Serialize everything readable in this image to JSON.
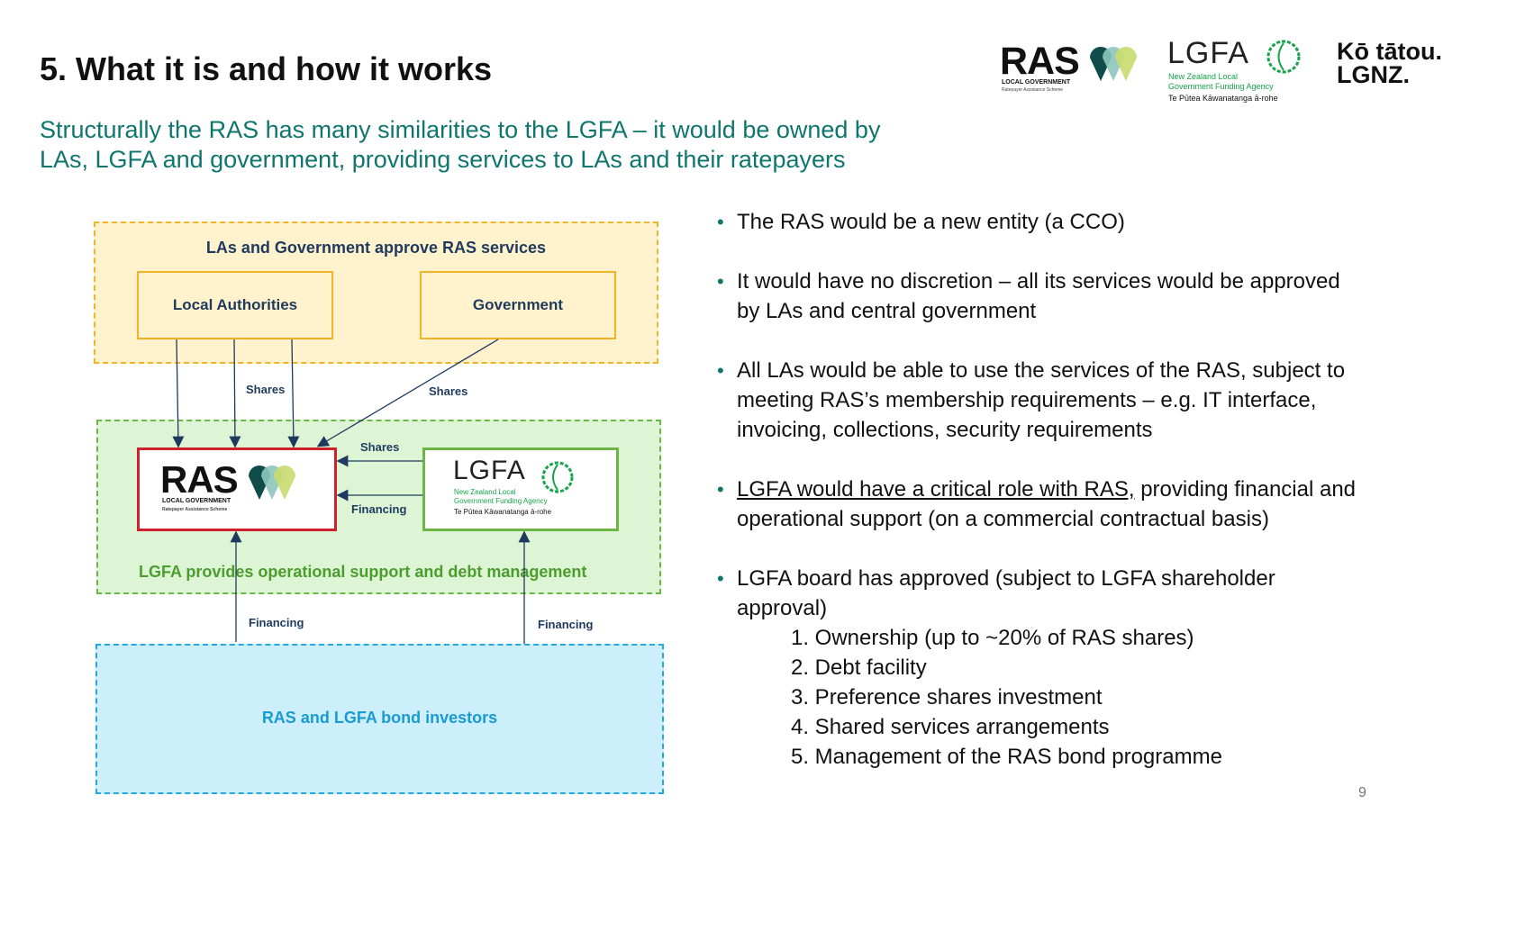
{
  "title": "5. What it is and how it works",
  "subtitle_lines": [
    "Structurally the RAS has many similarities to the LGFA – it would be owned by",
    "LAs, LGFA and government, providing services to LAs and their ratepayers"
  ],
  "logos": {
    "ras": {
      "word": "RAS",
      "line1": "LOCAL GOVERNMENT",
      "line2": "Ratepayer Assistance Scheme"
    },
    "lgfa": {
      "word": "LGFA",
      "line1": "New Zealand Local",
      "line2": "Government Funding Agency",
      "line3": "Te Pūtea Kāwanatanga ā-rohe"
    },
    "lgnz": {
      "line1": "Kō tātou.",
      "line2": "LGNZ."
    }
  },
  "diagram": {
    "top_zone_label": "LAs and Government approve RAS services",
    "mid_zone_label": "LGFA provides operational support and debt management",
    "bottom_zone_label": "RAS and LGFA bond investors",
    "local_authorities": "Local Authorities",
    "government": "Government",
    "flow_labels": {
      "shares_la": "Shares",
      "shares_gov": "Shares",
      "shares_lgfa": "Shares",
      "financing_lgfa": "Financing",
      "financing_ras_investors": "Financing",
      "financing_lgfa_investors": "Financing"
    },
    "ras_logo": {
      "word": "RAS",
      "line1": "LOCAL GOVERNMENT",
      "line2": "Ratepayer Assistance Scheme"
    },
    "lgfa_logo": {
      "word": "LGFA",
      "line1": "New Zealand Local",
      "line2": "Government Funding Agency",
      "line3": "Te Pūtea Kāwanatanga ā-rohe"
    }
  },
  "bullets": {
    "b1": "The RAS would be a new entity (a CCO)",
    "b2_lines": [
      "It would have no discretion – all its services would be approved",
      "by LAs and central government"
    ],
    "b3_lines": [
      "All LAs would be able to use the services of the RAS, subject to",
      "meeting RAS’s membership requirements – e.g. IT interface,",
      "invoicing, collections, security requirements"
    ],
    "b4_underlined": "LGFA would have a critical role with RAS,",
    "b4_rest": " providing financial and",
    "b4_line2": "operational support (on a commercial contractual basis)",
    "b5_lines": [
      "LGFA board has approved (subject to LGFA shareholder",
      "approval)"
    ],
    "b5_items": [
      "1. Ownership (up to ~20% of RAS shares)",
      "2. Debt facility",
      "3. Preference shares investment",
      "4. Shared services arrangements",
      "5. Management of the RAS bond programme"
    ]
  },
  "page_number": "9",
  "colors": {
    "teal_text": "#0f766e",
    "top_zone_fill": "#fff2cc",
    "top_zone_border": "#f0b429",
    "mid_zone_fill": "#def5d5",
    "mid_zone_border": "#6cb547",
    "bottom_zone_fill": "#cdeefb",
    "bottom_zone_border": "#25a8dd",
    "ras_box_border": "#d0202e",
    "navy_label": "#1e3a5f"
  }
}
